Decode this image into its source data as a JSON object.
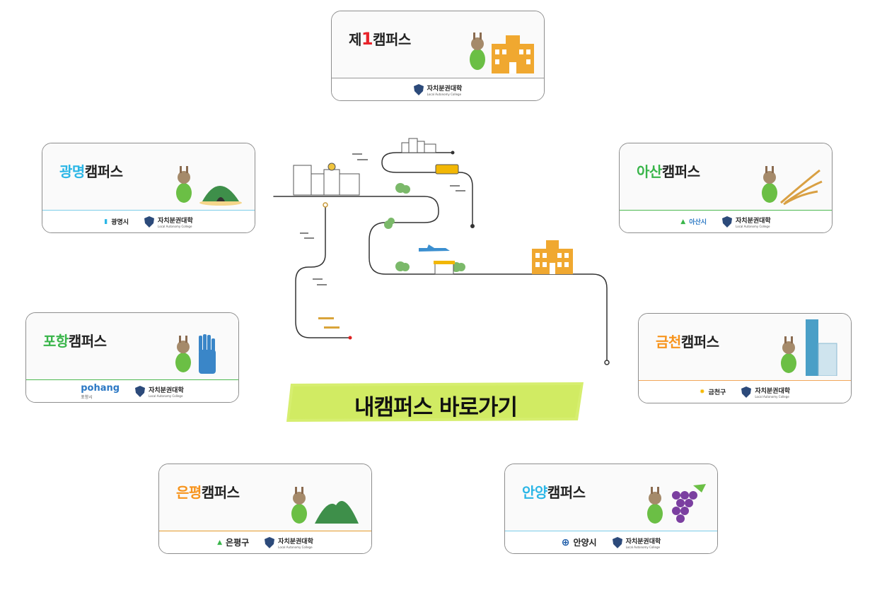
{
  "cta": {
    "label": "내캠퍼스 바로가기"
  },
  "common": {
    "college_name": "자치분권대학",
    "college_sub": "Local Autonomy College"
  },
  "campuses": [
    {
      "id": "campus1",
      "accent": "제",
      "num": "1",
      "rest": "캠퍼스",
      "accent_color": "#e8232a",
      "partner": ""
    },
    {
      "id": "gwangmyeong",
      "accent": "광명",
      "rest": "캠퍼스",
      "accent_color": "#2bb6e6",
      "partner": "광명시",
      "line_color": "#7ccde9"
    },
    {
      "id": "asan",
      "accent": "아산",
      "rest": "캠퍼스",
      "accent_color": "#39b54a",
      "partner": "아산시",
      "line_color": "#4cb84f"
    },
    {
      "id": "pohang",
      "accent": "포항",
      "rest": "캠퍼스",
      "accent_color": "#39b54a",
      "partner": "pohang",
      "partner_sub": "포항시",
      "line_color": "#4cb84f"
    },
    {
      "id": "geumcheon",
      "accent": "금천",
      "rest": "캠퍼스",
      "accent_color": "#f7941d",
      "partner": "금천구",
      "line_color": "#f2a65a"
    },
    {
      "id": "eunpyeong",
      "accent": "은평",
      "rest": "캠퍼스",
      "accent_color": "#f7941d",
      "partner": "은평구",
      "line_color": "#e59b2b"
    },
    {
      "id": "anyang",
      "accent": "안양",
      "rest": "캠퍼스",
      "accent_color": "#2bb6e6",
      "partner": "안양시",
      "line_color": "#7ccde9"
    }
  ]
}
